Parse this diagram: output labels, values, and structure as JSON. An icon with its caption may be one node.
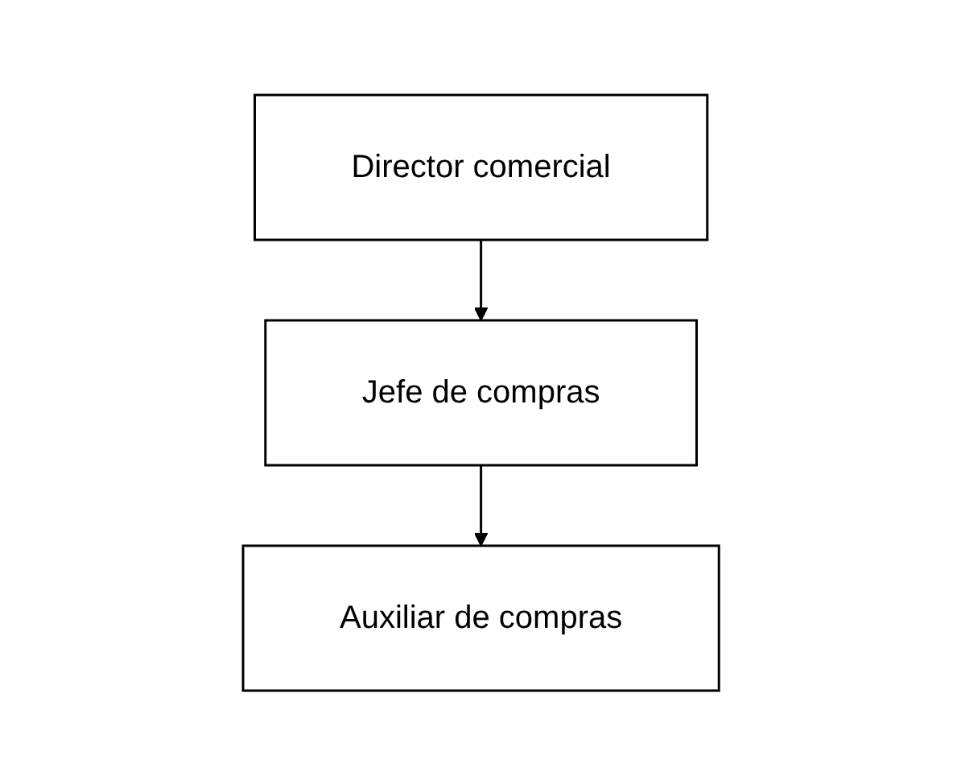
{
  "diagram": {
    "nodes": [
      {
        "text": [
          "Director comercial"
        ]
      },
      {
        "text": [
          "Jefe de compras"
        ]
      },
      {
        "text": [
          "Auxiliar de compras"
        ]
      }
    ],
    "edges": [
      {
        "from": 0,
        "to": 1,
        "arrow": "to"
      },
      {
        "from": 1,
        "to": 2,
        "arrow": "to"
      }
    ]
  }
}
